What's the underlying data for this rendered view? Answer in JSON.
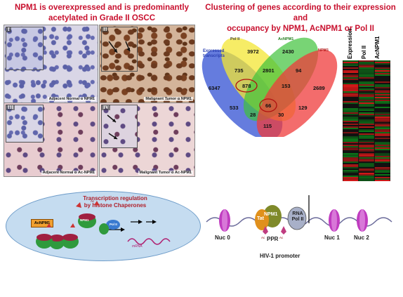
{
  "titles": {
    "left_line1": "NPM1 is overexpressed and is predominantly",
    "left_line2": "acetylated in Grade II OSCC",
    "right_line1": "Clustering of genes according to their expression and",
    "right_line2": "occupancy by NPM1, AcNPM1 or Pol II"
  },
  "histology": {
    "p1_roman": "I",
    "p1_caption": "Adjacent Normal α NPM1",
    "p2_roman": "II",
    "p2_caption": "Malignant Tumor α NPM1",
    "p3_roman": "III",
    "p3_caption": "Adjacent Normal α Ac-NPM1",
    "p4_roman": "IV",
    "p4_caption": "Malignant Tumor α Ac-NPM1"
  },
  "venn": {
    "labels": {
      "expressed": "Expressed",
      "transcripts": "transcripts",
      "pol2": "Pol II",
      "acnpm1": "AcNPM1",
      "npm1": "NPM1"
    },
    "values": {
      "v6347": "6347",
      "v735": "735",
      "v3972": "3972",
      "v2801": "2801",
      "v2430": "2430",
      "v94": "94",
      "v2689": "2689",
      "v878": "878",
      "v153": "153",
      "v533": "533",
      "v66": "66",
      "v129": "129",
      "v28": "28",
      "v30": "30",
      "v115": "115"
    },
    "colors": {
      "blue": "#3f5bd6",
      "yellow": "#f3e633",
      "green": "#3fc23a",
      "red": "#ef3b3b"
    }
  },
  "heatmap": {
    "col1": "Expression",
    "col2": "Pol II",
    "col3": "AcNPM1",
    "colors": {
      "low": "#0c7a1a",
      "high": "#d31818",
      "mid": "#111111"
    }
  },
  "bottom_left": {
    "title_line1": "Transcription regulation",
    "title_line2": "by histone Chaperones",
    "box_label": "AcNPM1",
    "npm_label": "NPM1",
    "pol_label": "Pol II",
    "mrna_label": "mRNA",
    "ac_label": "Ac"
  },
  "bottom_right": {
    "tat": "Tat",
    "npm1": "NPM1",
    "rna_line1": "RNA",
    "rna_line2": "Pol II",
    "nuc0": "Nuc 0",
    "ppr": "PPR",
    "nuc1": "Nuc 1",
    "nuc2": "Nuc 2",
    "ac1": "Ac",
    "ac2": "Ac",
    "promoter": "HIV-1 promoter"
  }
}
